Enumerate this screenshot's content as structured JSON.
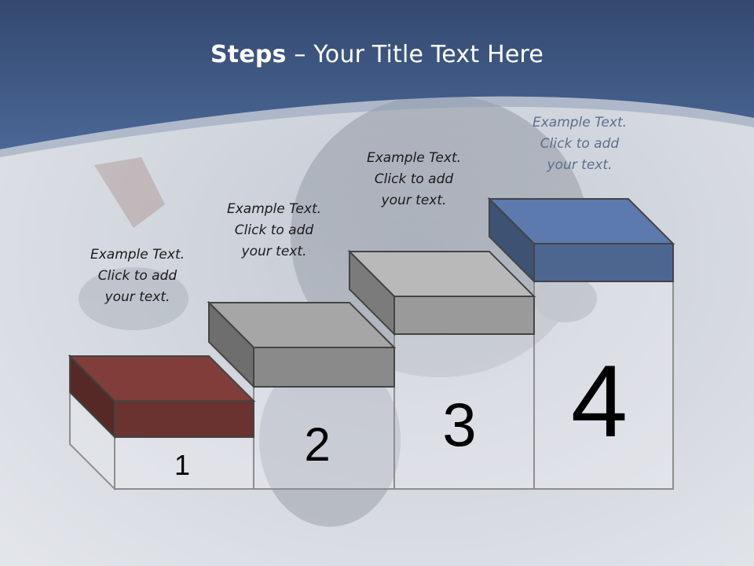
{
  "slide": {
    "title_bold": "Steps",
    "title_rest": " – Your Title Text Here"
  },
  "steps": [
    {
      "number": "1",
      "caption": [
        "Example Text.",
        "Click  to add",
        "your text."
      ],
      "color": "#6b3330"
    },
    {
      "number": "2",
      "caption": [
        "Example Text.",
        "Click  to add",
        "your text."
      ],
      "color": "#8a8a8a"
    },
    {
      "number": "3",
      "caption": [
        "Example Text.",
        "Click  to add",
        "your text."
      ],
      "color": "#9a9a9a"
    },
    {
      "number": "4",
      "caption": [
        "Example Text.",
        "Click  to add",
        "your text."
      ],
      "color": "#4d6690"
    }
  ],
  "colors": {
    "header": "#3e5a86",
    "background": "#d9dde3"
  }
}
